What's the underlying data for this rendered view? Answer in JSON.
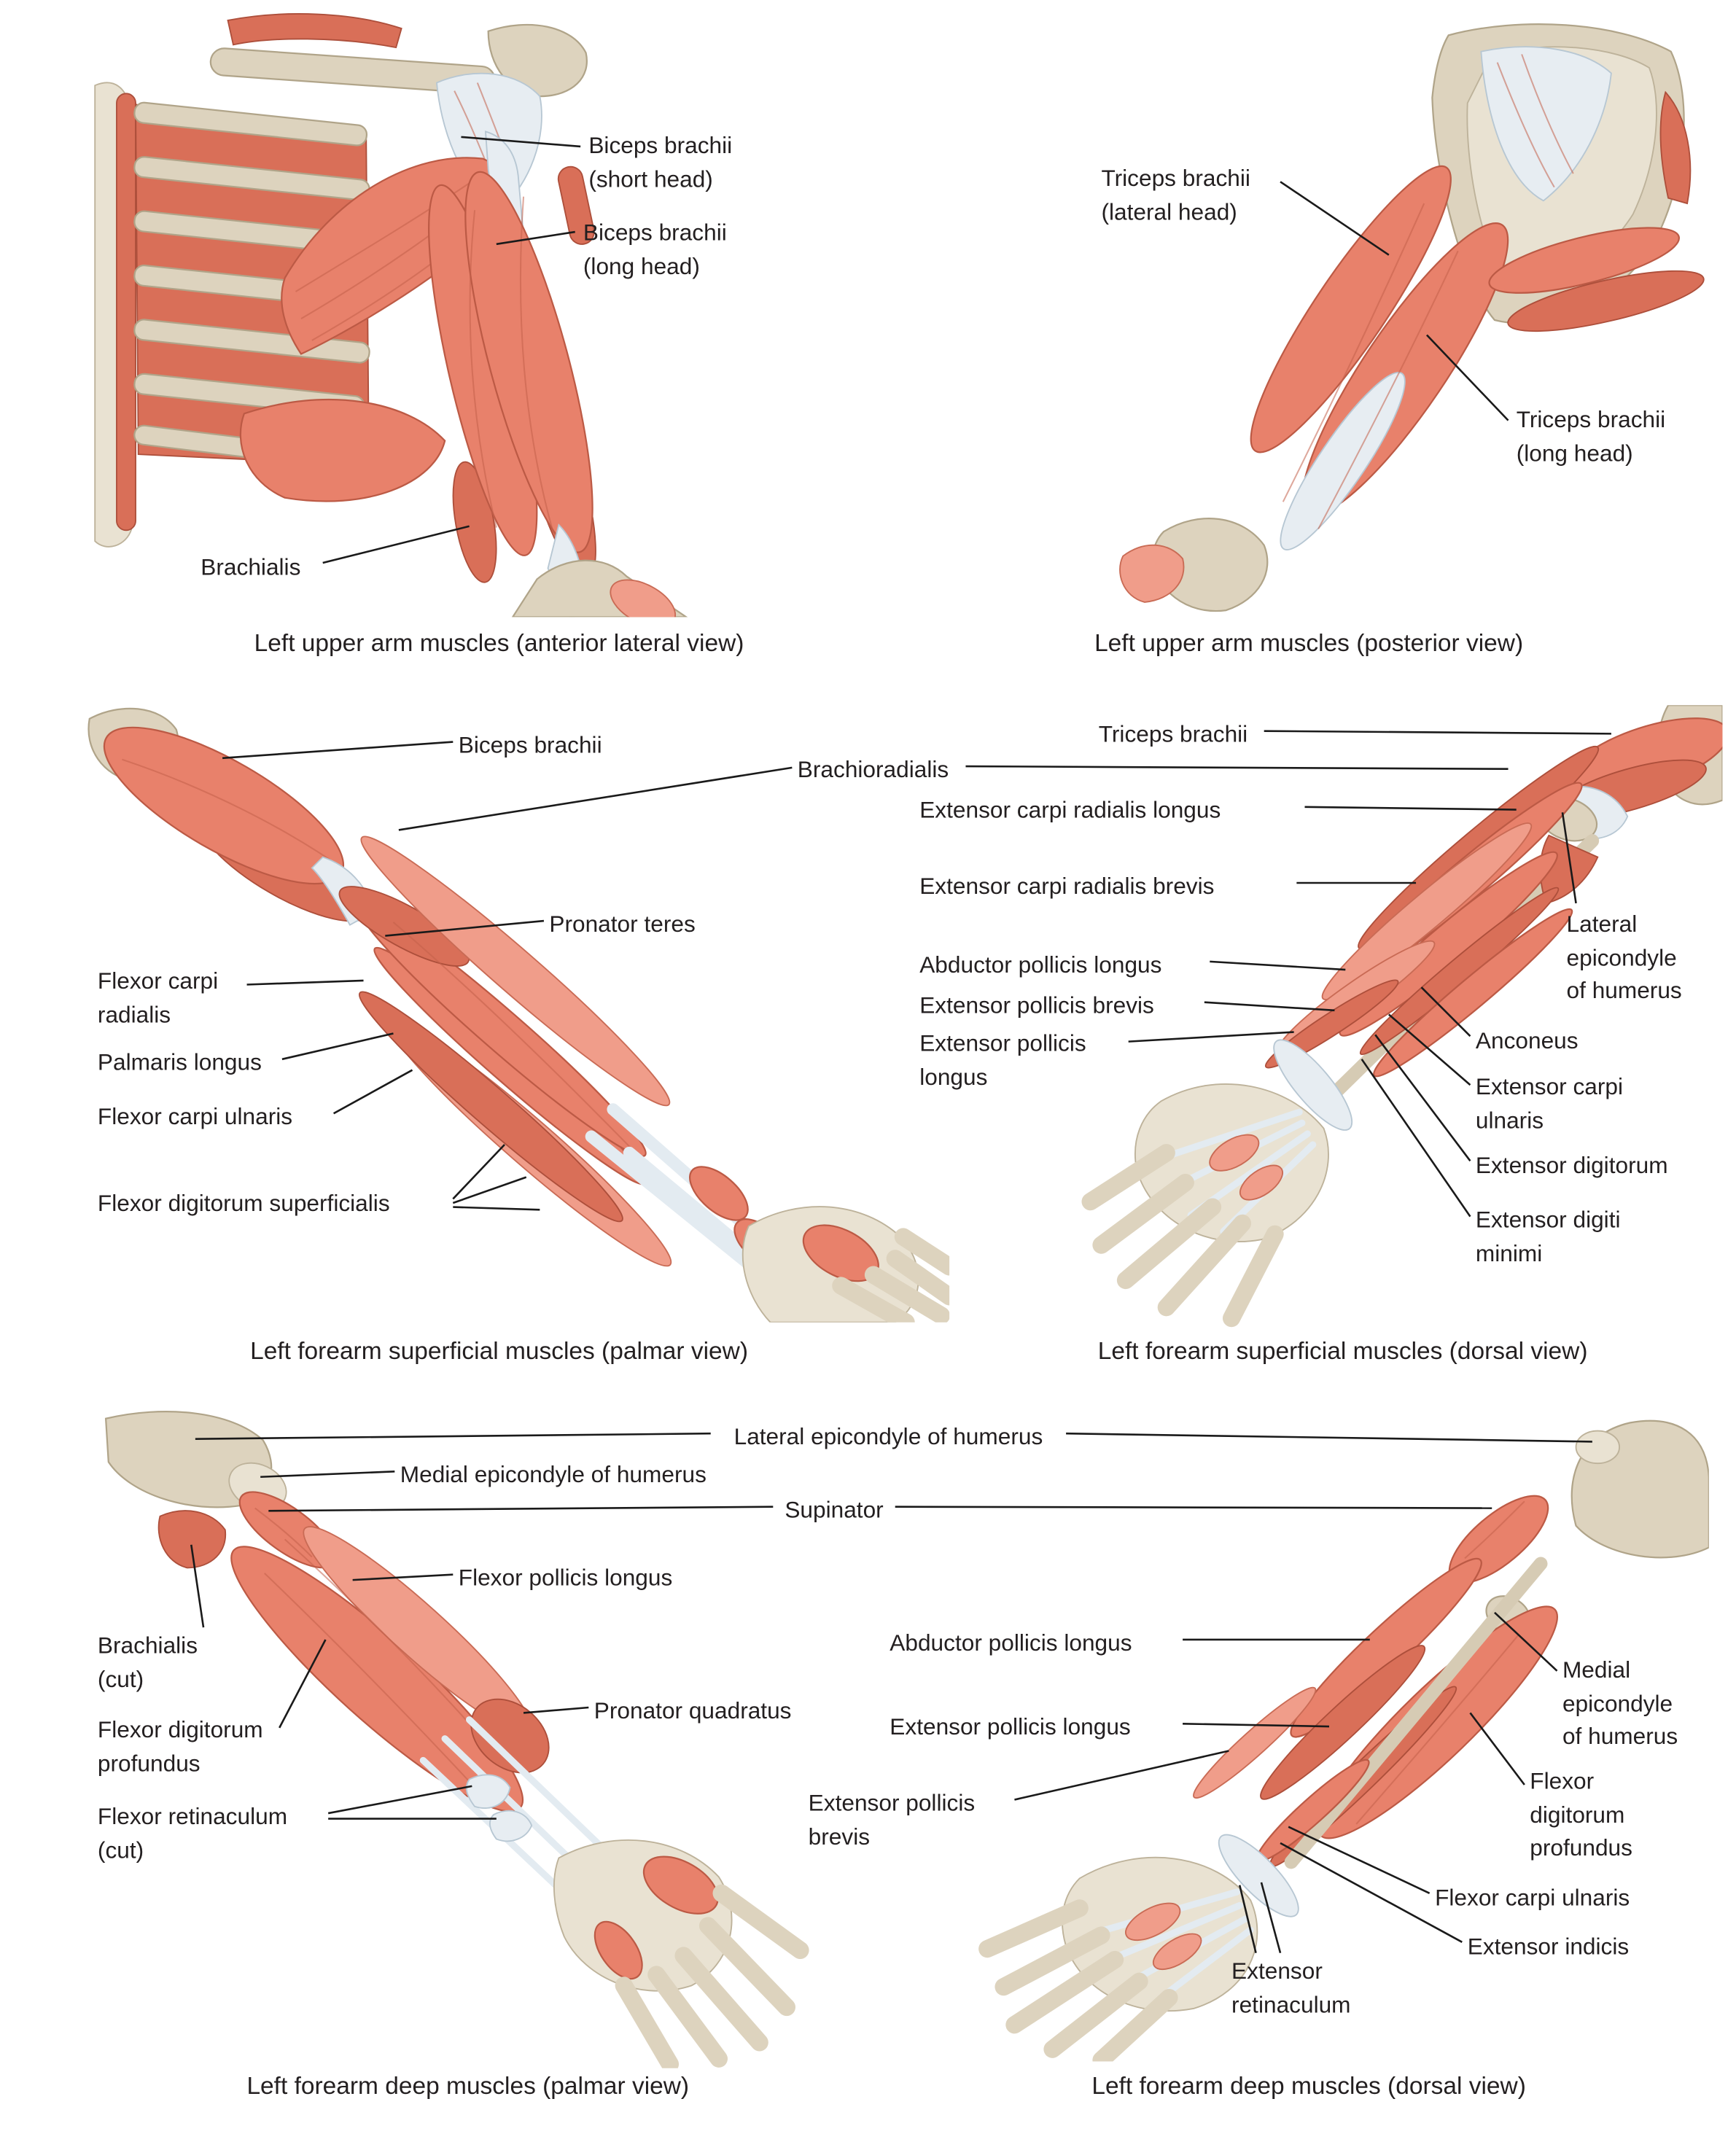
{
  "panels": {
    "upper_arm_anterior": {
      "caption": "Left upper arm muscles (anterior lateral view)",
      "labels": {
        "biceps_short": "Biceps brachii\n(short head)",
        "biceps_long": "Biceps brachii\n(long head)",
        "brachialis": "Brachialis"
      }
    },
    "upper_arm_posterior": {
      "caption": "Left upper arm muscles (posterior view)",
      "labels": {
        "triceps_lateral": "Triceps brachii\n(lateral head)",
        "triceps_long": "Triceps brachii\n(long head)"
      }
    },
    "forearm_superficial_palmar": {
      "caption": "Left forearm superficial muscles (palmar view)",
      "labels": {
        "biceps": "Biceps brachii",
        "pronator_teres": "Pronator teres",
        "flexor_carpi_radialis": "Flexor carpi\nradialis",
        "palmaris_longus": "Palmaris longus",
        "flexor_carpi_ulnaris": "Flexor carpi ulnaris",
        "flexor_digitorum_superficialis": "Flexor digitorum superficialis"
      }
    },
    "forearm_superficial_dorsal": {
      "caption": "Left forearm superficial muscles (dorsal view)",
      "labels": {
        "triceps": "Triceps brachii",
        "ext_carpi_radialis_longus": "Extensor carpi radialis longus",
        "ext_carpi_radialis_brevis": "Extensor carpi radialis brevis",
        "abductor_pollicis_longus": "Abductor pollicis longus",
        "ext_pollicis_brevis": "Extensor pollicis brevis",
        "ext_pollicis_longus": "Extensor pollicis\nlongus",
        "lateral_epicondyle": "Lateral\nepicondyle\nof humerus",
        "anconeus": "Anconeus",
        "ext_carpi_ulnaris": "Extensor carpi\nulnaris",
        "ext_digitorum": "Extensor digitorum",
        "ext_digiti_minimi": "Extensor digiti\nminimi"
      }
    },
    "forearm_deep_palmar": {
      "caption": "Left forearm deep muscles (palmar view)",
      "labels": {
        "medial_epicondyle": "Medial epicondyle of humerus",
        "flexor_pollicis_longus": "Flexor pollicis longus",
        "brachialis_cut": "Brachialis\n(cut)",
        "flexor_digitorum_profundus": "Flexor digitorum\nprofundus",
        "pronator_quadratus": "Pronator quadratus",
        "flexor_retinaculum_cut": "Flexor retinaculum\n(cut)"
      }
    },
    "forearm_deep_dorsal": {
      "caption": "Left forearm deep muscles (dorsal view)",
      "labels": {
        "abductor_pollicis_longus": "Abductor pollicis longus",
        "ext_pollicis_longus": "Extensor pollicis longus",
        "ext_pollicis_brevis": "Extensor pollicis\nbrevis",
        "medial_epicondyle": "Medial\nepicondyle\nof humerus",
        "flexor_digitorum_profundus": "Flexor\ndigitorum\nprofundus",
        "flexor_carpi_ulnaris": "Flexor carpi ulnaris",
        "extensor_indicis": "Extensor indicis",
        "extensor_retinaculum": "Extensor\nretinaculum"
      }
    }
  },
  "shared_labels": {
    "brachioradialis": "Brachioradialis",
    "lateral_epicondyle_of_humerus": "Lateral epicondyle of humerus",
    "supinator": "Supinator"
  },
  "colors": {
    "muscle": "#e8816b",
    "muscle_dark": "#d96f58",
    "muscle_light": "#f09d8a",
    "bone": "#ddd3be",
    "tendon": "#e7edf2",
    "leader_line": "#1a1a1a",
    "text": "#231f20",
    "background": "#ffffff"
  }
}
